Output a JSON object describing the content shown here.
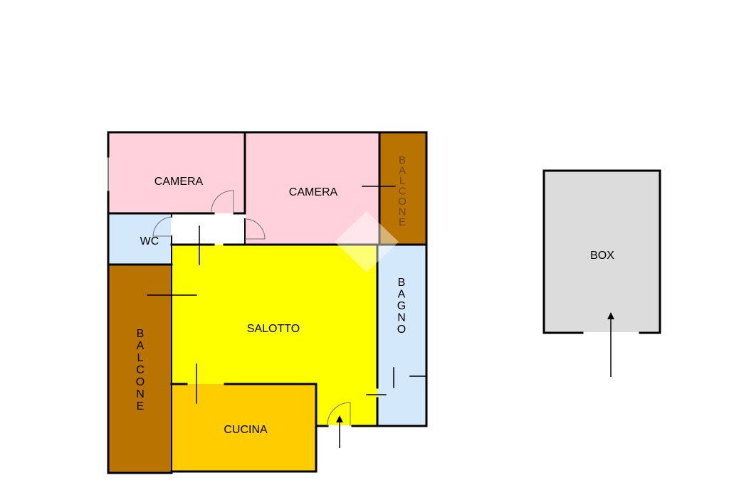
{
  "colors": {
    "camera": "#ffd1dc",
    "balcone": "#b87300",
    "wc": "#d4e8fb",
    "bagno": "#d4e8fb",
    "salotto": "#ffff00",
    "cucina": "#ffcc00",
    "corridor": "#ffffff",
    "box": "#dcdcdc",
    "wall": "#000000"
  },
  "rooms": {
    "camera_left": "CAMERA",
    "camera_right": "CAMERA",
    "balcone_top": [
      "B",
      "A",
      "L",
      "C",
      "O",
      "N",
      "E"
    ],
    "wc": "WC",
    "salotto": "SALOTTO",
    "bagno": [
      "B",
      "A",
      "G",
      "N",
      "O"
    ],
    "balcone_left": [
      "B",
      "A",
      "L",
      "C",
      "O",
      "N",
      "E"
    ],
    "cucina": "CUCINA",
    "box": "BOX"
  }
}
